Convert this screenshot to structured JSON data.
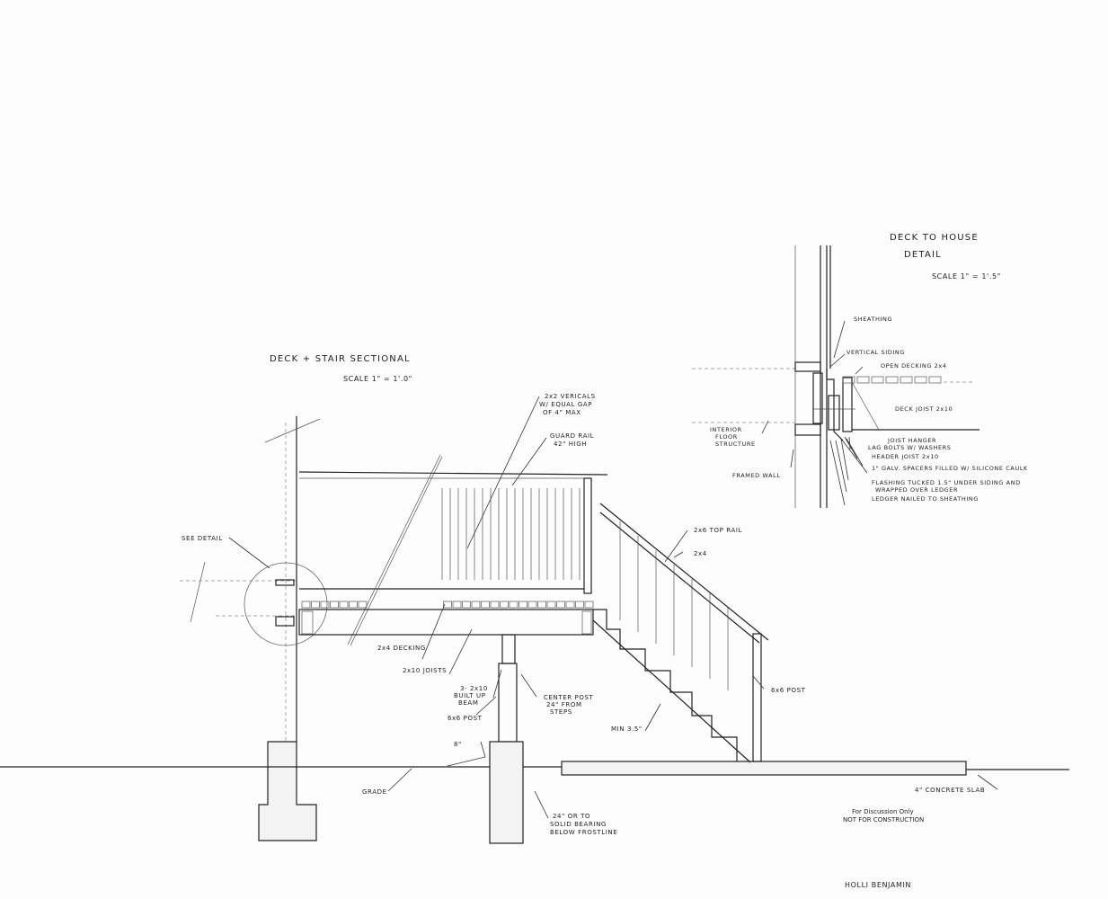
{
  "section": {
    "title": "DECK + STAIR SECTIONAL",
    "scale": "SCALE 1\" = 1'.0\"",
    "labels": {
      "verticals": [
        "2x2 VERICALS",
        "W/ EQUAL GAP",
        "OF 4\" MAX"
      ],
      "guard_rail": [
        "GUARD RAIL",
        "42\" HIGH"
      ],
      "see_detail": "SEE DETAIL",
      "top_rail": "2x6 TOP RAIL",
      "two_by_four": "2x4",
      "decking": "2x4 DECKING",
      "joists": "2x10 JOISTS",
      "beam": [
        "3- 2x10",
        "BUILT UP",
        "BEAM"
      ],
      "center_post": [
        "CENTER POST",
        "24\" FROM",
        "STEPS"
      ],
      "post_6x6_center": "6x6 POST",
      "post_6x6_stair": "6x6 POST",
      "min_tread": "MIN 3.5\"",
      "eight_inch": "8\"",
      "grade": "GRADE",
      "footing": [
        "24\" OR TO",
        "SOLID BEARING",
        "BELOW FROSTLINE"
      ],
      "slab": "4\" CONCRETE SLAB"
    }
  },
  "detail": {
    "title": [
      "DECK TO HOUSE",
      "DETAIL"
    ],
    "scale": "SCALE 1\" = 1'.5\"",
    "labels": {
      "sheathing": "SHEATHING",
      "vertical_siding": "VERTICAL SIDING",
      "open_decking": "OPEN DECKING 2x4",
      "deck_joist": "DECK JOIST 2x10",
      "interior_floor": [
        "INTERIOR",
        "FLOOR",
        "STRUCTURE"
      ],
      "framed_wall": "FRAMED WALL",
      "joist_hanger": "JOIST HANGER",
      "lag_bolts": "LAG BOLTS W/ WASHERS",
      "header_joist": "HEADER JOIST 2x10",
      "spacers": "1\" GALV. SPACERS FILLED W/ SILICONE CAULK",
      "flashing": [
        "FLASHING TUCKED 1.5\" UNDER SIDING AND",
        "WRAPPED OVER LEDGER"
      ],
      "ledger": "LEDGER NAILED TO SHEATHING"
    }
  },
  "stamp": [
    "For Discussion Only",
    "NOT FOR CONSTRUCTION"
  ],
  "signature": "HOLLI BENJAMIN"
}
